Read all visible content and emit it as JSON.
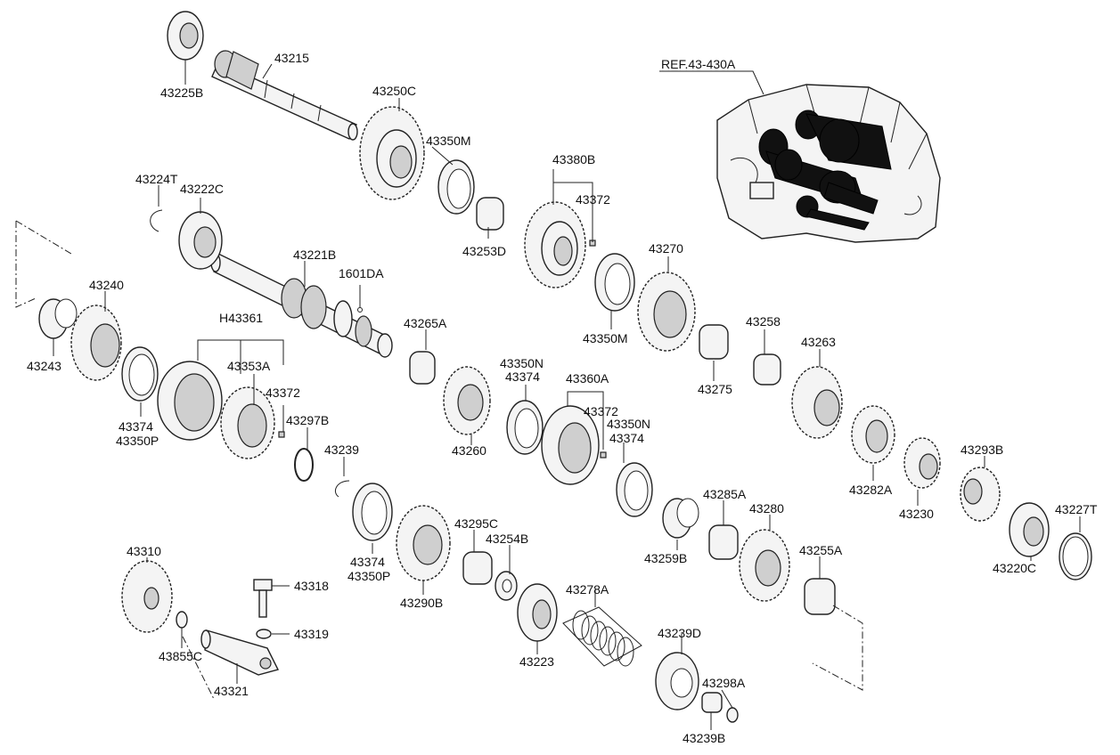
{
  "diagram": {
    "reference": "REF.43-430A",
    "labels": [
      "43225B",
      "43215",
      "43250C",
      "43350M",
      "43253D",
      "43380B",
      "43372",
      "43224T",
      "43222C",
      "43221B",
      "1601DA",
      "43240",
      "43243",
      "H43361",
      "43353A",
      "43372",
      "43374",
      "43350P",
      "43297B",
      "43239",
      "43265A",
      "43260",
      "43350N",
      "43374",
      "43360A",
      "43372",
      "43350N",
      "43374",
      "43350M",
      "43270",
      "43275",
      "43258",
      "43263",
      "43282A",
      "43230",
      "43293B",
      "43220C",
      "43227T",
      "43259B",
      "43285A",
      "43280",
      "43255A",
      "43374",
      "43350P",
      "43290B",
      "43295C",
      "43254B",
      "43223",
      "43278A",
      "43239D",
      "43298A",
      "43239B",
      "43310",
      "43318",
      "43319",
      "43855C",
      "43321"
    ]
  }
}
